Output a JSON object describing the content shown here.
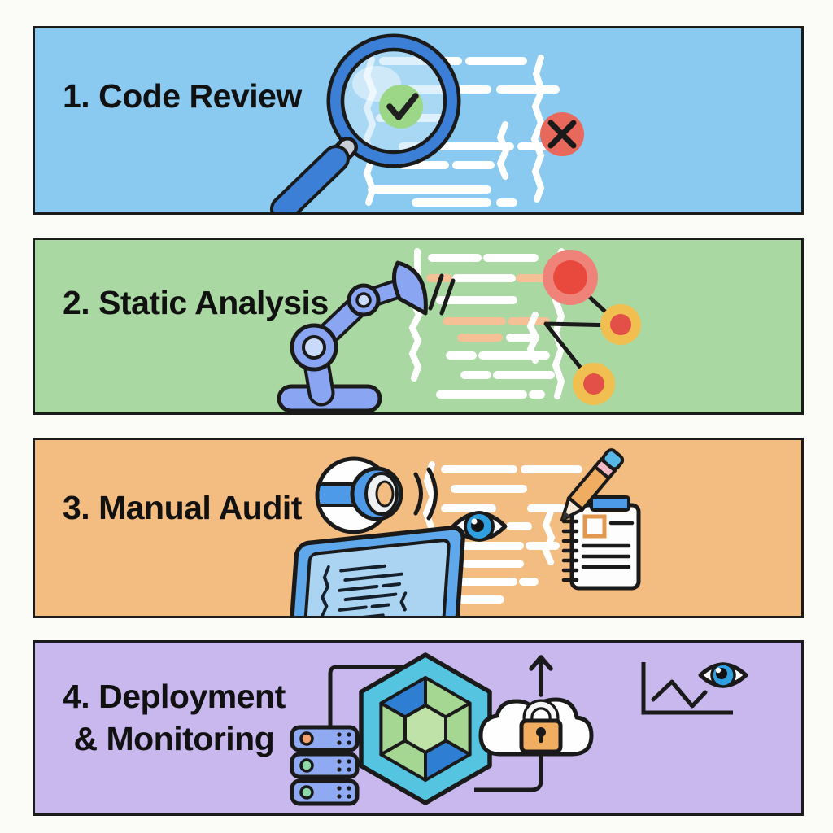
{
  "figure": {
    "background_color": "#fbfbf8",
    "steps": [
      {
        "number": "1",
        "label": "1. Code Review",
        "panel_color": "#8acaf0",
        "icons": [
          "magnifying-glass-icon",
          "code-lines",
          "pass-check-icon",
          "fail-x-icon"
        ],
        "colors": {
          "magnifier_blue": "#3b7fd6",
          "check_circle_green": "#9cd687",
          "error_circle_red": "#e9685c",
          "code_line_white": "#ffffff"
        }
      },
      {
        "number": "2",
        "label": "2. Static Analysis",
        "panel_color": "#a9d8a2",
        "icons": [
          "robot-arm-icon",
          "code-lines",
          "issue-node-red",
          "issue-node-yellow"
        ],
        "colors": {
          "robot_arm_blue": "#8aa6f2",
          "highlight_line_orange": "#f6c096",
          "issue_red": "#e8493c",
          "issue_yellow": "#f1bf4f"
        }
      },
      {
        "number": "3",
        "label": "3. Manual Audit",
        "panel_color": "#f3bc80",
        "icons": [
          "auditor-camera-icon",
          "tablet-icon",
          "code-lines",
          "eye-icon",
          "pencil-icon",
          "notepad-icon"
        ],
        "colors": {
          "tablet_frame_blue": "#5fa8ec",
          "tablet_screen_blue": "#abd3f2",
          "eye_iris_blue": "#2f9fe0",
          "notepad_clip_blue": "#4d9be8",
          "checkbox_orange": "#e2984e"
        }
      },
      {
        "number": "4",
        "label": "4. Deployment & Monitoring",
        "label_line1": "4. Deployment",
        "label_line2": "& Monitoring",
        "panel_color": "#c8b8ee",
        "icons": [
          "server-stack-icon",
          "package-hexagon-icon",
          "cloud-lock-icon",
          "upload-arrow-icon",
          "monitoring-chart-icon",
          "eye-icon"
        ],
        "colors": {
          "server_blue": "#8fa9f2",
          "led_orange": "#f2a06e",
          "led_green": "#8fd8a8",
          "hexagon_frame_cyan": "#55c4e0",
          "hexagon_face_blue": "#2e7fd4",
          "hexagon_face_green": "#a6d792",
          "hexagon_center_green": "#bfe2a8",
          "lock_orange": "#f2ae60"
        }
      }
    ]
  }
}
